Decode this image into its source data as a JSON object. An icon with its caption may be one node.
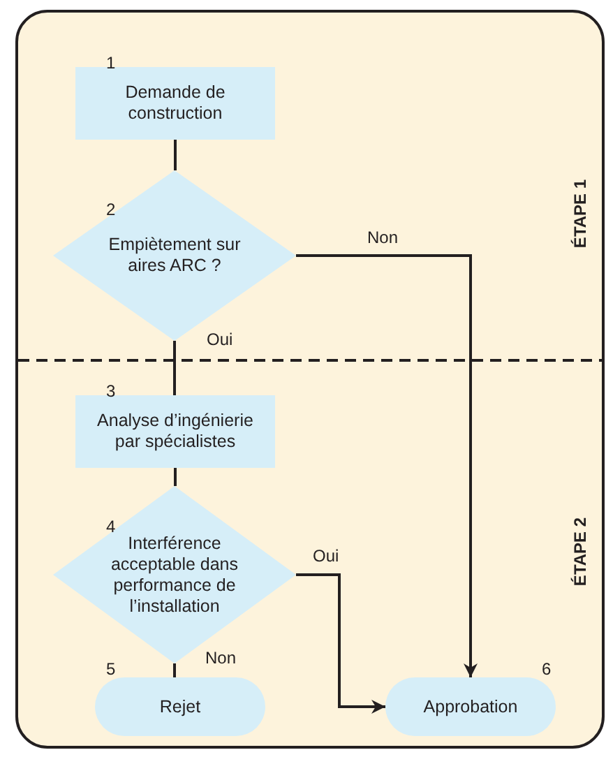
{
  "diagram": {
    "nodes": [
      {
        "text": [
          "Demande de construction"
        ],
        "beside": [
          "1"
        ]
      },
      {
        "text": [
          "Empiètement sur aires ARC ?"
        ],
        "beside": [
          "2"
        ]
      },
      {
        "text": [
          "Analyse d’ingénierie par spécialistes"
        ],
        "beside": [
          "3"
        ]
      },
      {
        "text": [
          "Interférence acceptable dans performance de l’installation"
        ],
        "beside": [
          "4"
        ]
      },
      {
        "text": [
          "Rejet"
        ],
        "beside": [
          "5"
        ]
      },
      {
        "text": [
          "Approbation"
        ],
        "beside": [
          "6"
        ]
      }
    ],
    "edges": [
      {
        "from": 0,
        "to": 1,
        "arrow": "none"
      },
      {
        "from": 1,
        "to": 2,
        "arrow": "none",
        "label": "Oui"
      },
      {
        "from": 1,
        "to": 5,
        "arrow": "to",
        "label": "Non"
      },
      {
        "from": 2,
        "to": 3,
        "arrow": "none"
      },
      {
        "from": 3,
        "to": 4,
        "arrow": "none",
        "label": "Non"
      },
      {
        "from": 3,
        "to": 5,
        "arrow": "to",
        "label": "Oui"
      }
    ],
    "labels": [
      "ÉTAPE 1",
      "ÉTAPE 2"
    ]
  }
}
